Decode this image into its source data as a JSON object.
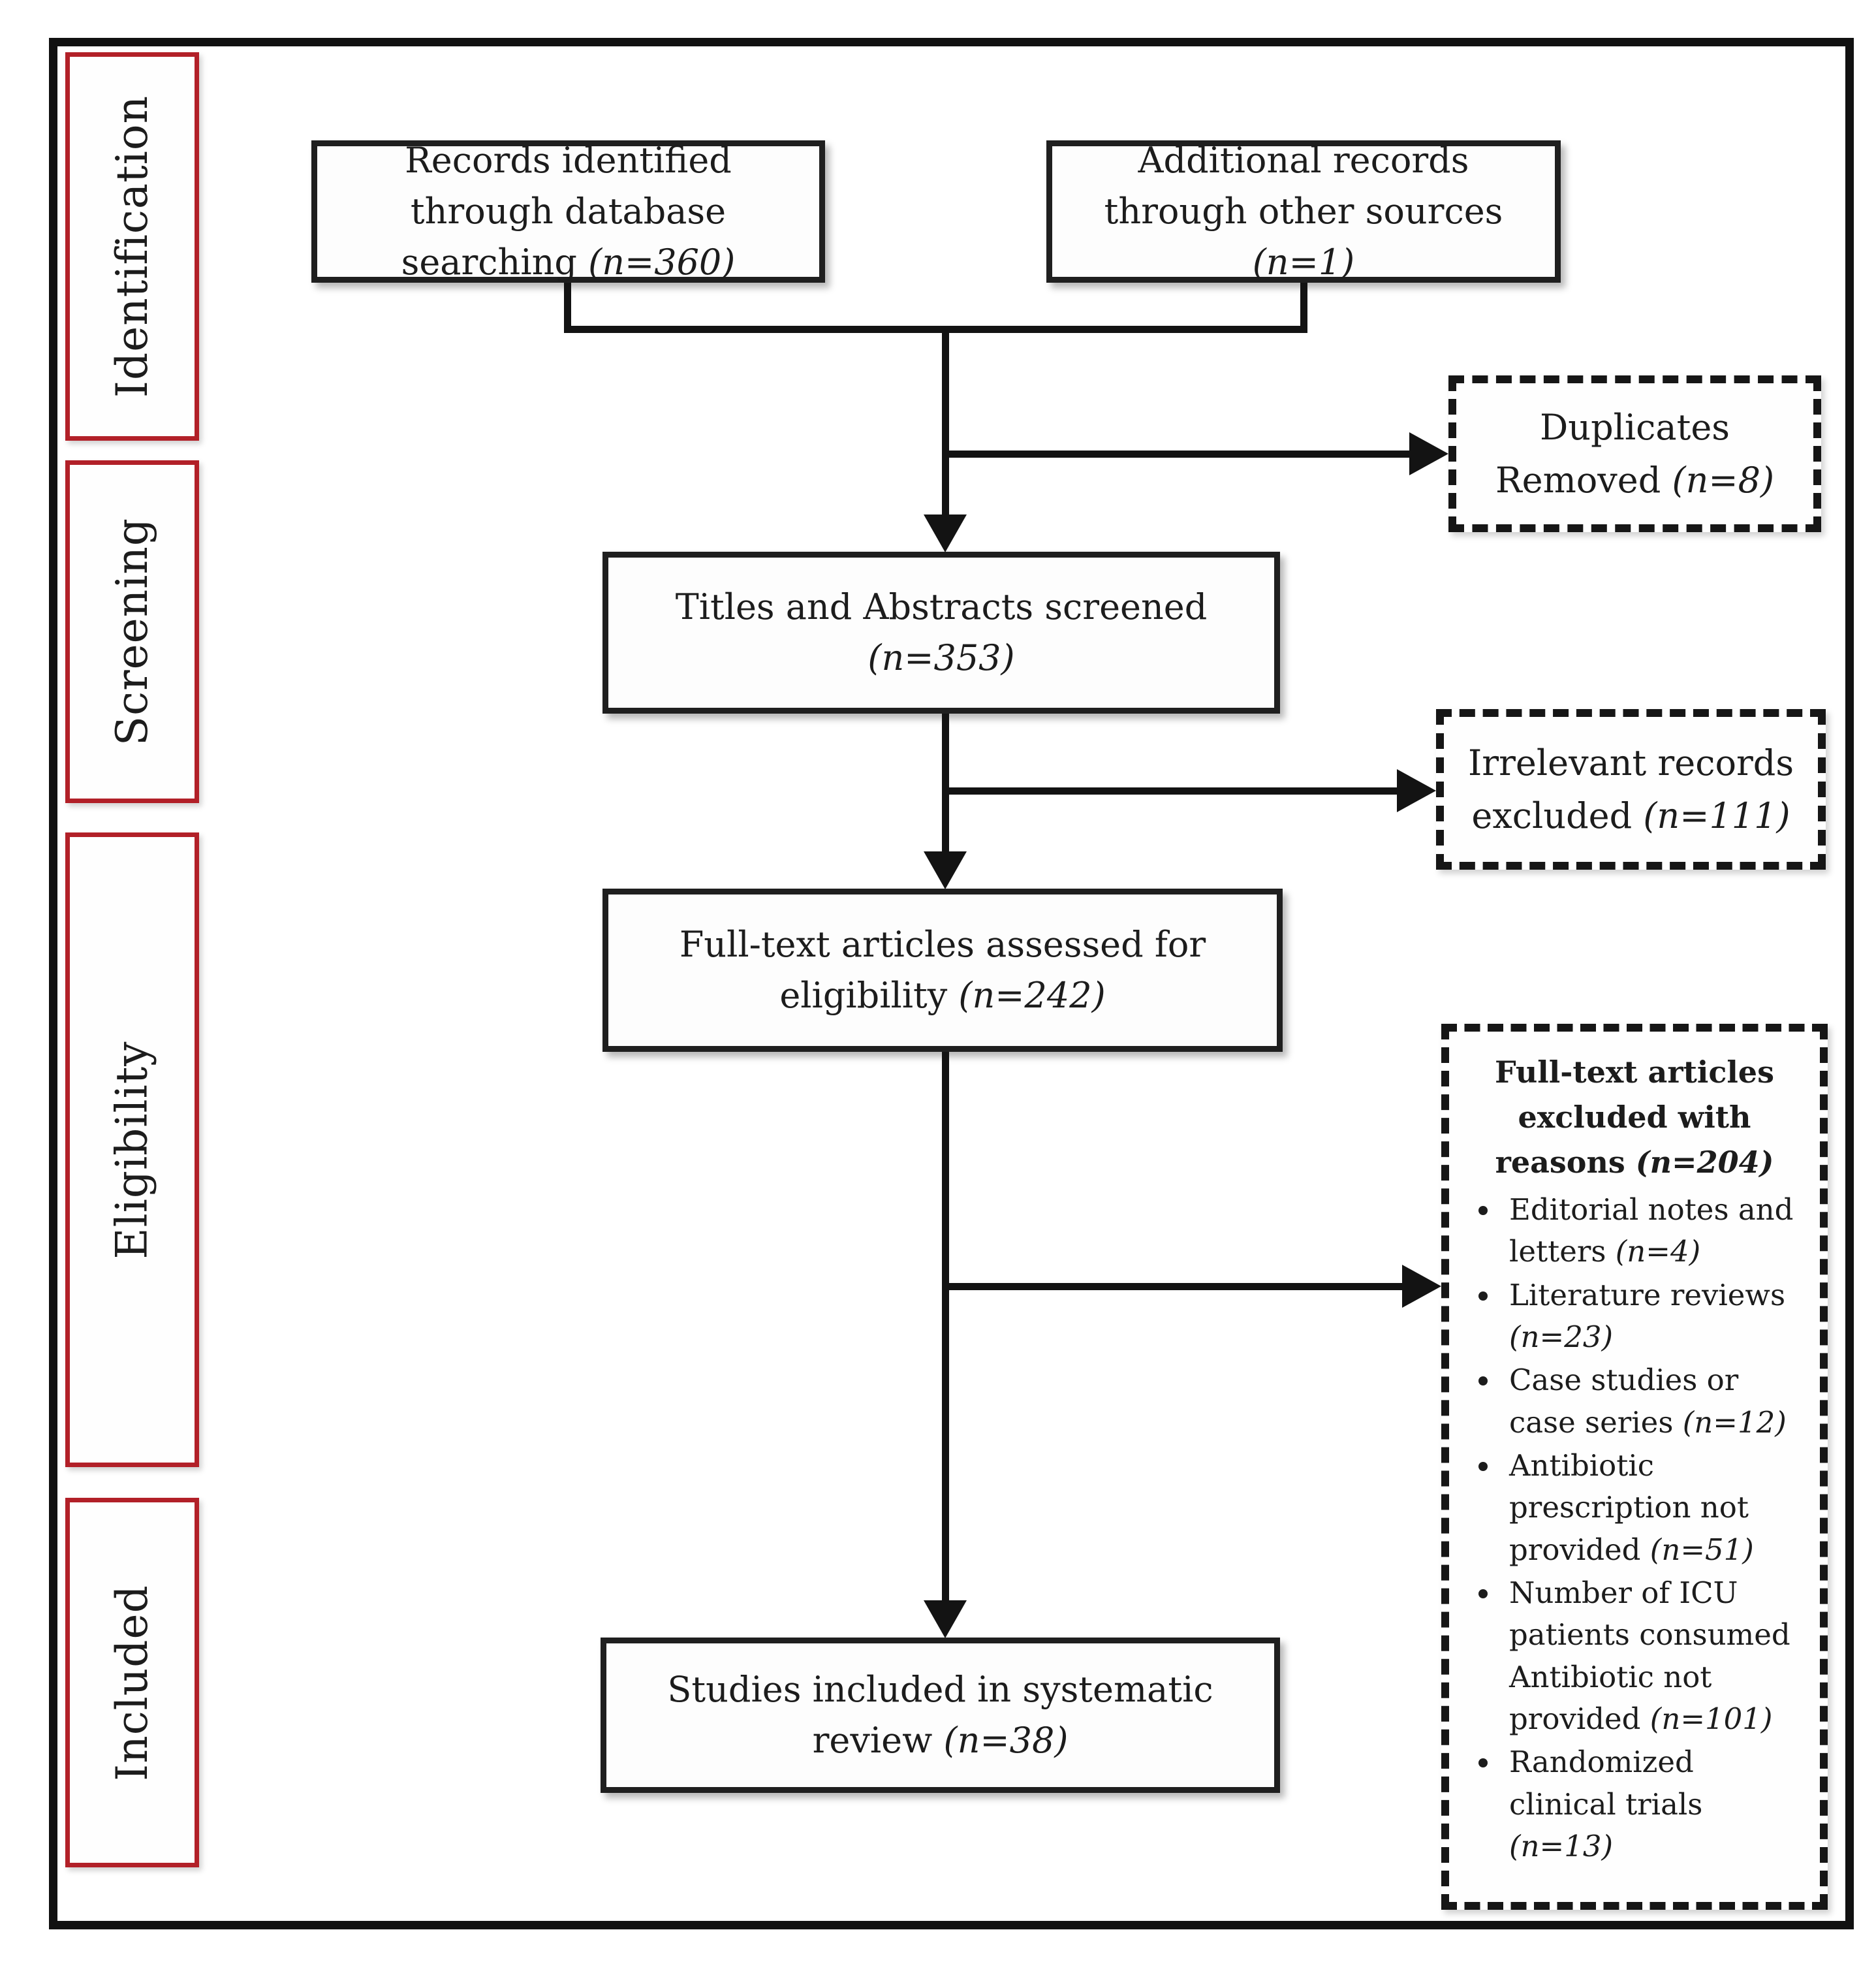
{
  "colors": {
    "stage_border": "#b22028",
    "box_border": "#1f1f1f",
    "line": "#131313",
    "background": "#ffffff"
  },
  "stages": [
    {
      "label": "Identification"
    },
    {
      "label": "Screening"
    },
    {
      "label": "Eligibility"
    },
    {
      "label": "Included"
    }
  ],
  "flow": {
    "records_db": {
      "label": "Records identified through database searching",
      "n": "(n=360)"
    },
    "additional": {
      "label": "Additional records through other sources",
      "n": "(n=1)"
    },
    "titles": {
      "label": "Titles and Abstracts screened",
      "n": "(n=353)"
    },
    "fulltext": {
      "label": "Full-text articles assessed for eligibility",
      "n": "(n=242)"
    },
    "studies": {
      "label": "Studies included in systematic review",
      "n": "(n=38)"
    }
  },
  "exclusions": {
    "duplicates": {
      "label": "Duplicates Removed",
      "n": "(n=8)"
    },
    "irrelevant": {
      "label": "Irrelevant records excluded",
      "n": "(n=111)"
    },
    "reasons": {
      "heading": "Full-text articles excluded with reasons",
      "n": "(n=204)",
      "items": [
        {
          "label": "Editorial notes and letters",
          "n": "(n=4)"
        },
        {
          "label": "Literature reviews",
          "n": "(n=23)"
        },
        {
          "label": "Case studies or case series",
          "n": "(n=12)"
        },
        {
          "label": "Antibiotic prescription not provided",
          "n": "(n=51)"
        },
        {
          "label": "Number of ICU patients consumed Antibiotic not provided",
          "n": "(n=101)"
        },
        {
          "label": "Randomized clinical trials",
          "n": "(n=13)"
        }
      ]
    }
  }
}
